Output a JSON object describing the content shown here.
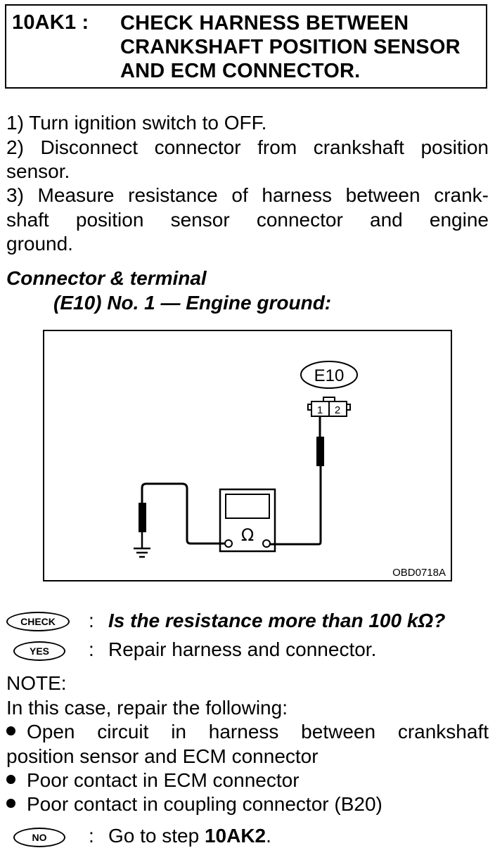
{
  "step": {
    "id": "10AK1 :",
    "title_lines": [
      "CHECK HARNESS BETWEEN",
      "CRANKSHAFT POSITION SENSOR",
      "AND ECM CONNECTOR."
    ]
  },
  "procedure": [
    "1)  Turn ignition switch to OFF.",
    "2)  Disconnect connector from crankshaft position sensor.",
    "3)  Measure resistance of harness between crank-shaft position sensor connector and engine ground."
  ],
  "procedure_lines": {
    "l1": "1)  Turn ignition switch to OFF.",
    "l2a": "2)  Disconnect connector from crankshaft position",
    "l2b": "sensor.",
    "l3a": "3)  Measure resistance of harness between crank-",
    "l3b": "shaft position sensor connector and engine",
    "l3c": "ground."
  },
  "spec": {
    "heading": "Connector & terminal",
    "detail": "(E10) No. 1 — Engine ground:"
  },
  "figure": {
    "connector_label": "E10",
    "pin1": "1",
    "pin2": "2",
    "meter_symbol": "Ω",
    "code": "OBD0718A"
  },
  "check": {
    "badge": "CHECK",
    "separator": ":",
    "question": "Is the resistance more than 100 kΩ?"
  },
  "yes": {
    "badge": "YES",
    "separator": ":",
    "action": "Repair harness and connector."
  },
  "note": {
    "label": "NOTE:",
    "intro": "In this case, repair the following:",
    "item1_a": "Open circuit in harness between crankshaft",
    "item1_b": "position sensor and ECM connector",
    "item2": "Poor contact in ECM connector",
    "item3": "Poor contact in coupling connector (B20)"
  },
  "no": {
    "badge": "NO",
    "separator": ":",
    "action_prefix": "Go to step ",
    "action_step": "10AK2",
    "action_suffix": "."
  }
}
